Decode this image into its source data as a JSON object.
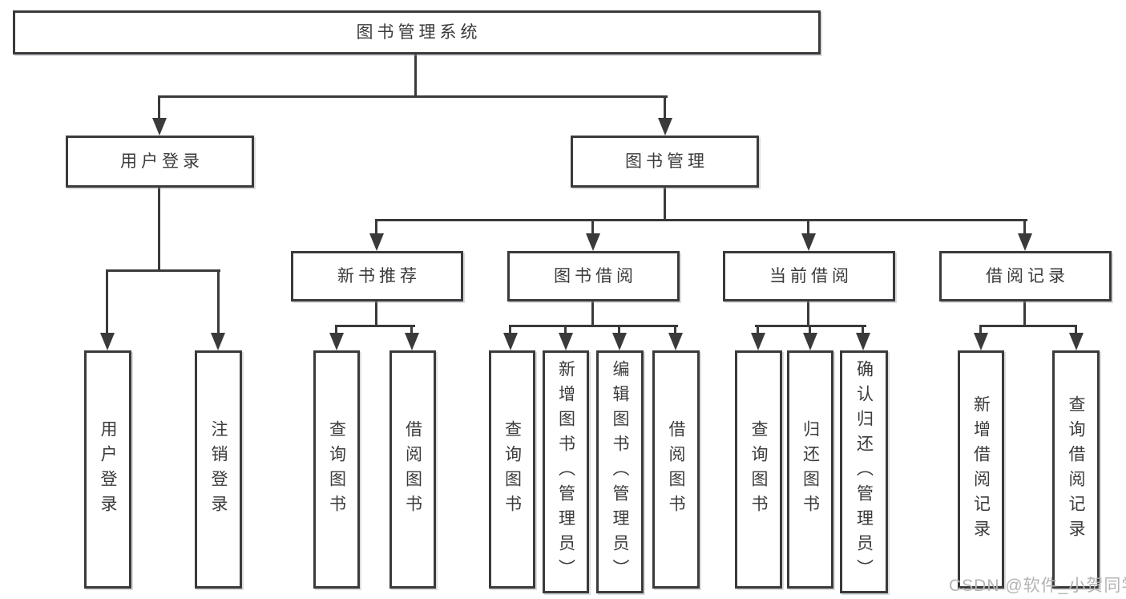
{
  "colors": {
    "line": "#3a3a3a",
    "box_border": "#3a3a3a",
    "box_fill": "#ffffff",
    "text": "#3b3b3b",
    "watermark": "#b4b4b4",
    "background": "#ffffff"
  },
  "tree": {
    "root": {
      "label": "图书管理系统"
    },
    "branches": [
      {
        "label": "用户登录",
        "leaves": [
          {
            "label": "用户登录"
          },
          {
            "label": "注销登录"
          }
        ]
      },
      {
        "label": "图书管理",
        "sections": [
          {
            "label": "新书推荐",
            "leaves": [
              {
                "label": "查询图书"
              },
              {
                "label": "借阅图书"
              }
            ]
          },
          {
            "label": "图书借阅",
            "leaves": [
              {
                "label": "查询图书"
              },
              {
                "label": "新增图书（管理员）"
              },
              {
                "label": "编辑图书（管理员）"
              },
              {
                "label": "借阅图书"
              }
            ]
          },
          {
            "label": "当前借阅",
            "leaves": [
              {
                "label": "查询图书"
              },
              {
                "label": "归还图书"
              },
              {
                "label": "确认归还（管理员）"
              }
            ]
          },
          {
            "label": "借阅记录",
            "leaves": [
              {
                "label": "新增借阅记录"
              },
              {
                "label": "查询借阅记录"
              }
            ]
          }
        ]
      }
    ]
  },
  "watermark": {
    "text": "CSDN @软件_小贺同学"
  }
}
